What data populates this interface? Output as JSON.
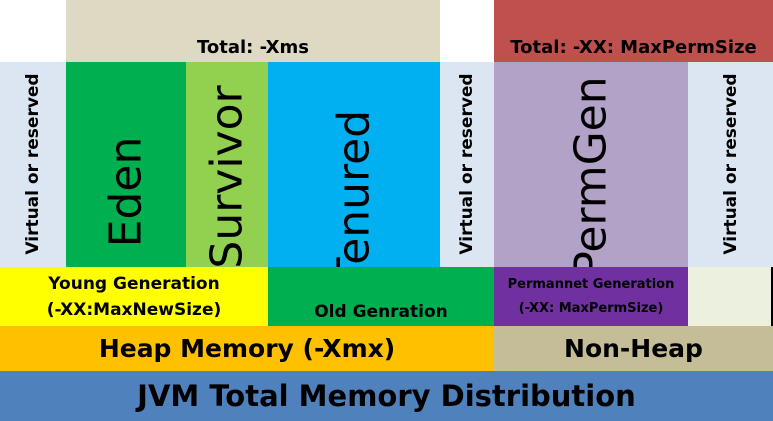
{
  "headers": {
    "heap_total": "Total: -Xms",
    "permgen_total": "Total: -XX: MaxPermSize"
  },
  "columns": {
    "virtual_1": "Virtual or reserved",
    "eden": "Eden",
    "survivor": "Survivor",
    "tenured": "Tenured",
    "virtual_2": "Virtual or reserved",
    "permgen": "PermGen",
    "virtual_3": "Virtual or reserved"
  },
  "generations": {
    "young_line1": "Young Generation",
    "young_line2": "(-XX:MaxNewSize)",
    "old": "Old Genration",
    "perm_line1": "Permannet Generation",
    "perm_line2": "(-XX: MaxPermSize)"
  },
  "memory": {
    "heap": "Heap Memory (-Xmx)",
    "non_heap": "Non-Heap"
  },
  "footer": {
    "title": "JVM Total Memory Distribution"
  },
  "colors": {
    "header_heap": "#ddd9c3",
    "header_permgen": "#c0504d",
    "virtual": "#dce6f2",
    "eden": "#00b050",
    "survivor": "#92d050",
    "tenured": "#00b0f0",
    "permgen": "#b3a2c7",
    "young": "#ffff00",
    "old": "#00b050",
    "perm_gen": "#7030a0",
    "perm_filler": "#ebf1de",
    "heap": "#ffc000",
    "non_heap": "#c4bd97",
    "footer": "#4f81bd"
  }
}
